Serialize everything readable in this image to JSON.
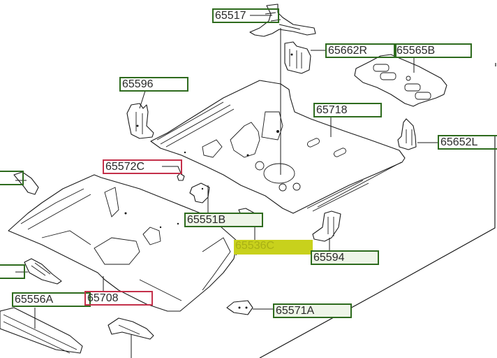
{
  "diagram": {
    "title": "Rear floor panel parts diagram",
    "colors": {
      "green_border": "#2e6b1e",
      "red_border": "#c4304a",
      "highlight": "#c8d11c"
    },
    "callouts": [
      {
        "id": "65517",
        "text": "65517",
        "style": "green"
      },
      {
        "id": "65662R",
        "text": "65662R",
        "style": "green"
      },
      {
        "id": "65565B",
        "text": "65565B",
        "style": "green"
      },
      {
        "id": "65596",
        "text": "65596",
        "style": "green"
      },
      {
        "id": "65718",
        "text": "65718",
        "style": "green"
      },
      {
        "id": "65652L",
        "text": "65652L",
        "style": "green"
      },
      {
        "id": "65572C",
        "text": "65572C",
        "style": "red"
      },
      {
        "id": "65551B",
        "text": "65551B",
        "style": "green-fill"
      },
      {
        "id": "65536C",
        "text": "65536C",
        "style": "highlight"
      },
      {
        "id": "65594",
        "text": "65594",
        "style": "green-fill"
      },
      {
        "id": "65556A",
        "text": "65556A",
        "style": "green"
      },
      {
        "id": "65708",
        "text": "65708",
        "style": "red"
      },
      {
        "id": "65571A",
        "text": "65571A",
        "style": "green-fill"
      },
      {
        "id": "left-top",
        "text": "",
        "style": "green"
      },
      {
        "id": "left-mid",
        "text": "",
        "style": "green"
      }
    ]
  }
}
